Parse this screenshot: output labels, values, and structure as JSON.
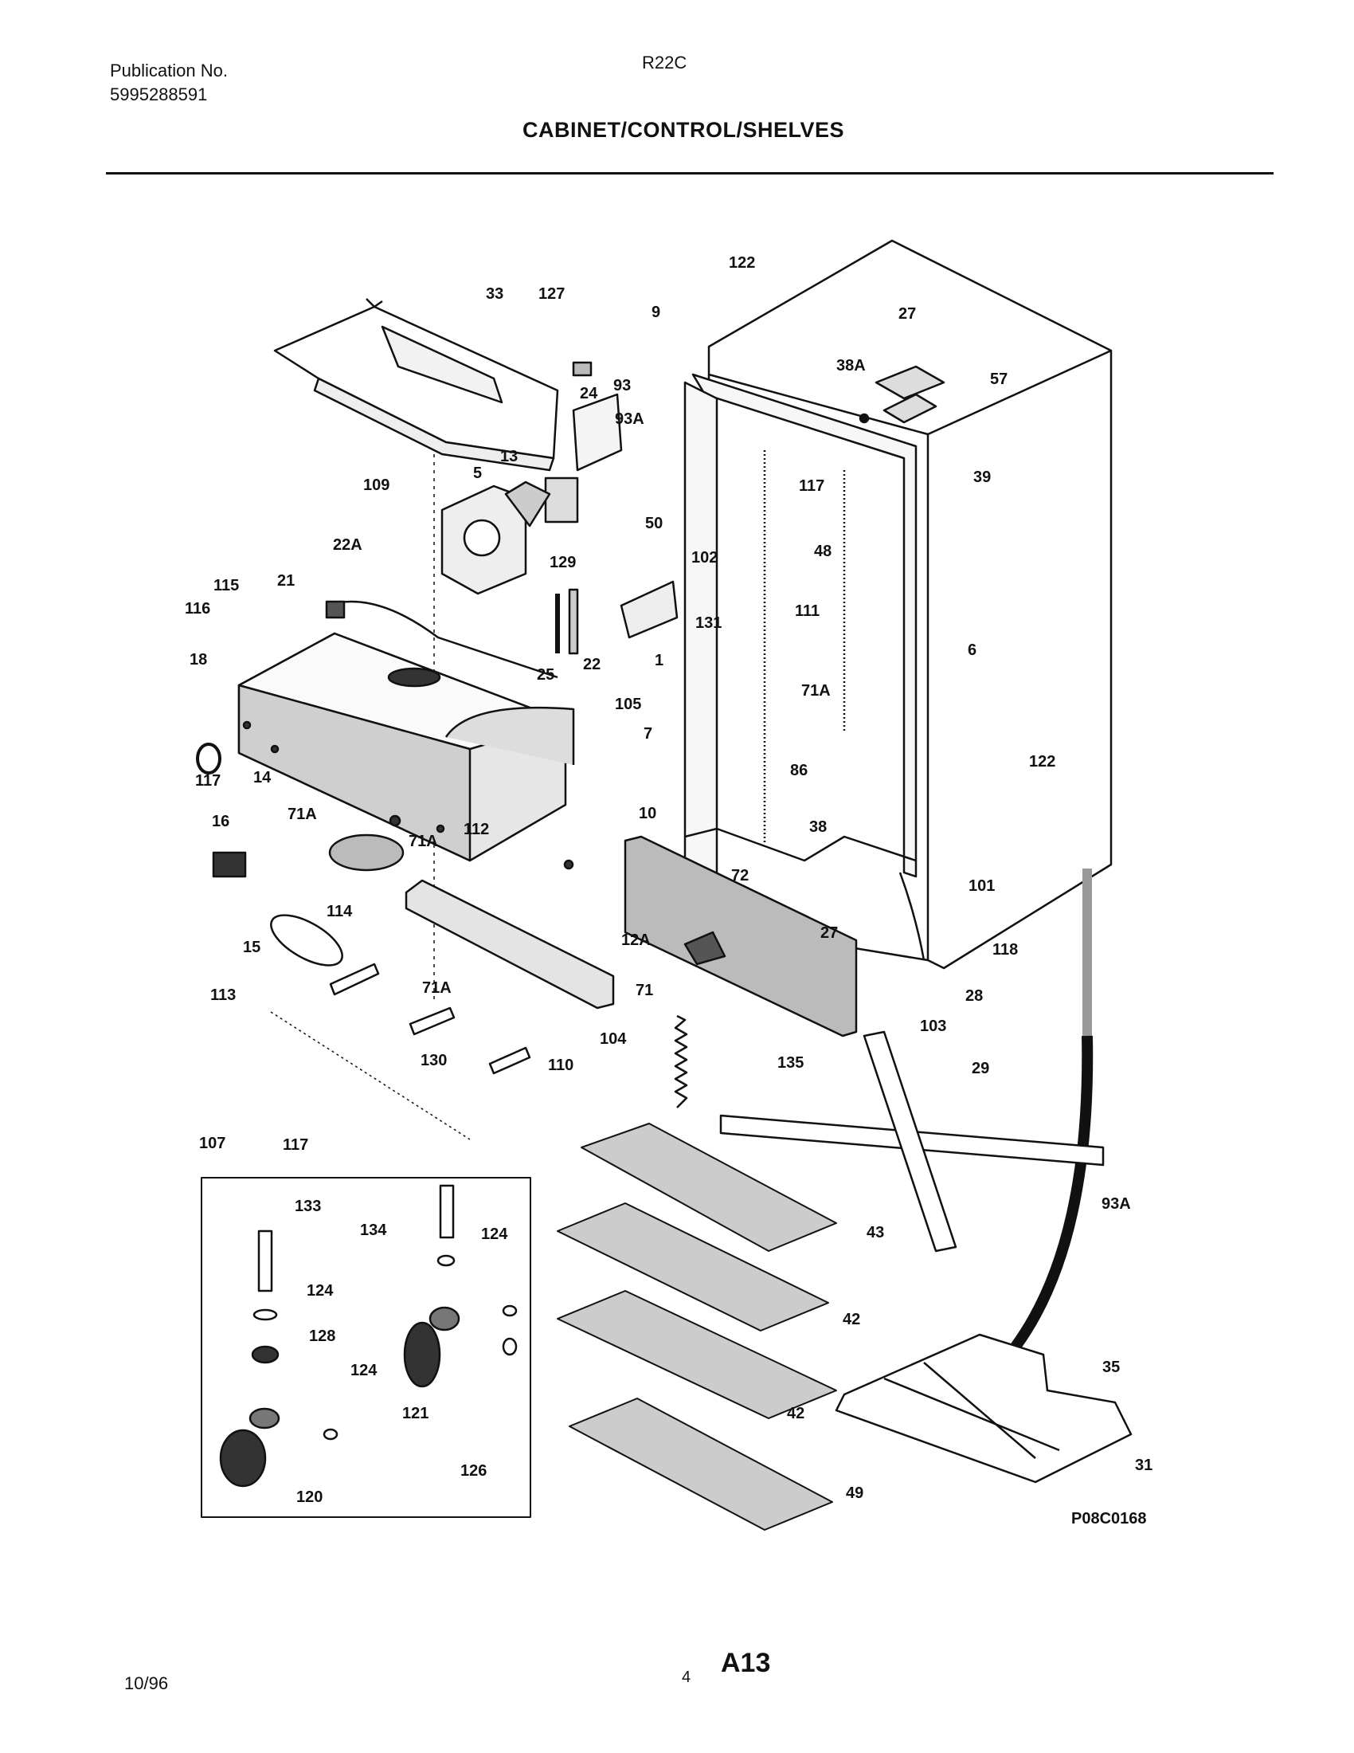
{
  "header": {
    "publication_label": "Publication No.",
    "publication_number": "5995288591",
    "model": "R22C",
    "title": "CABINET/CONTROL/SHELVES"
  },
  "diagram": {
    "drawing_number": "P08C0168",
    "callouts": [
      "122",
      "27",
      "38A",
      "57",
      "39",
      "9",
      "33",
      "127",
      "24",
      "93",
      "93A",
      "13",
      "5",
      "109",
      "50",
      "117",
      "102",
      "48",
      "129",
      "111",
      "22A",
      "21",
      "115",
      "116",
      "18",
      "25",
      "22",
      "1",
      "131",
      "6",
      "71A",
      "105",
      "7",
      "122",
      "117",
      "14",
      "86",
      "10",
      "71A",
      "16",
      "38",
      "112",
      "71A",
      "114",
      "72",
      "101",
      "15",
      "27",
      "12A",
      "118",
      "28",
      "71A",
      "103",
      "113",
      "71",
      "110",
      "104",
      "135",
      "29",
      "130",
      "117",
      "107",
      "93A",
      "133",
      "134",
      "124",
      "43",
      "124",
      "128",
      "42",
      "35",
      "124",
      "121",
      "42",
      "31",
      "120",
      "126",
      "49"
    ]
  },
  "footer": {
    "date": "10/96",
    "page_number": "4",
    "page_code": "A13"
  }
}
